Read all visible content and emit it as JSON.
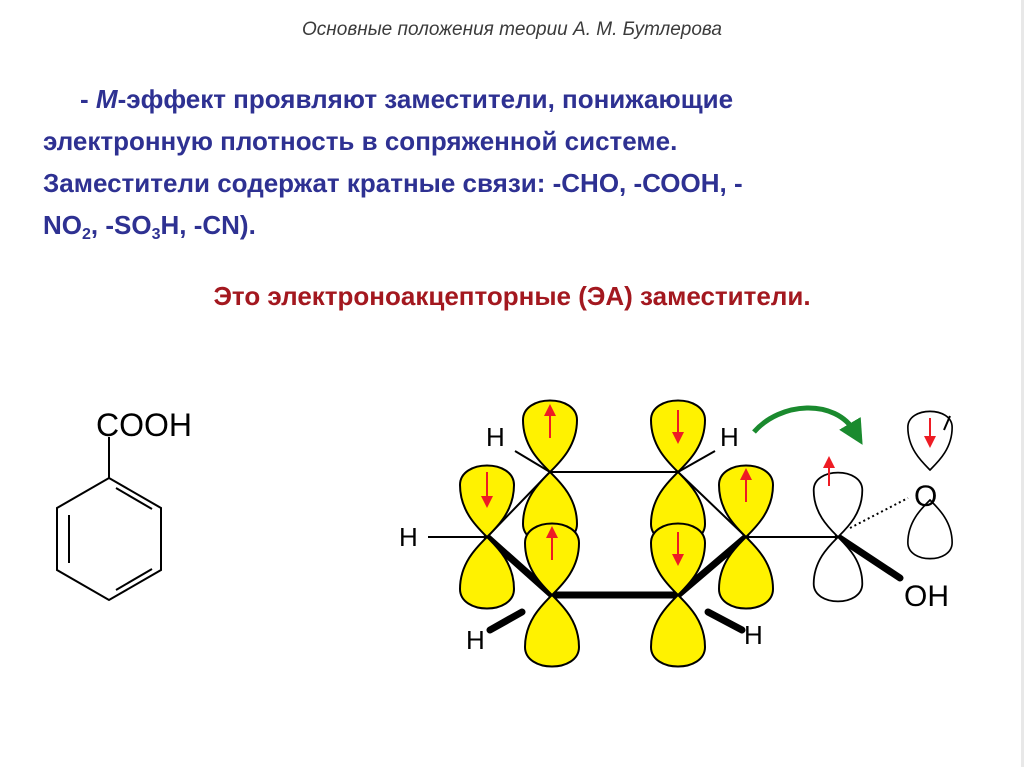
{
  "subtitle": "Основные положения теории А. М. Бутлерова",
  "paragraph": {
    "dash": "- ",
    "m_letter": "М",
    "line1_rest": "-эффект проявляют заместители, понижающие",
    "line2": "электронную плотность в сопряженной системе.",
    "line3": "Заместители содержат кратные связи: -СНО, -СООН, -",
    "line4": {
      "no": "NO",
      "no_sub": "2",
      "so": ", -SO",
      "so_sub": "3",
      "rest": "H, -CN)."
    }
  },
  "ea_statement": "Это электроноакцепторные (ЭА) заместители.",
  "benzoic_acid": {
    "group_label": "COOH"
  },
  "orbital_diagram": {
    "h_labels": [
      "H",
      "H",
      "H",
      "H",
      "H"
    ],
    "oxygen_label": "O",
    "hydroxyl_label": "OH"
  },
  "colors": {
    "text_blue": "#2e3192",
    "text_red": "#a3181f",
    "orbital_yellow": "#fff200",
    "arrow_red": "#ee1c24",
    "curved_arrow_green": "#1a8a2e"
  }
}
